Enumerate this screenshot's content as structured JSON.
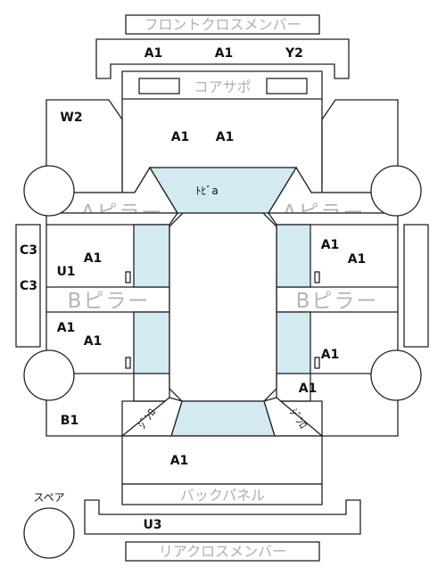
{
  "labels": {
    "front_cross_member": "フロントクロスメンバー",
    "core_support": "コアサポ",
    "a_pillar": "Aピラー",
    "b_pillar": "Bピラー",
    "roof": "ﾄﾋﾞa",
    "back_panel": "バックパネル",
    "rear_cross_member": "リアクロスメンバー",
    "spare": "スペア",
    "rear_corner_text": "ｼﾞﾝﾛ"
  },
  "codes": {
    "front_member_left": "A1",
    "front_member_center": "A1",
    "front_member_right": "Y2",
    "bonnet_left": "A1",
    "bonnet_right": "A1",
    "front_left_fender": "W2",
    "left_side_c3_top": "C3",
    "left_side_c3_bottom": "C3",
    "left_front_door_u1": "U1",
    "left_front_door": "A1",
    "left_rear_door_a": "A1",
    "left_rear_door_b": "A1",
    "right_front_door_a": "A1",
    "right_front_door_b": "A1",
    "right_rear_door": "A1",
    "right_quarter": "A1",
    "left_quarter": "B1",
    "trunk": "A1",
    "rear_member": "U3"
  }
}
